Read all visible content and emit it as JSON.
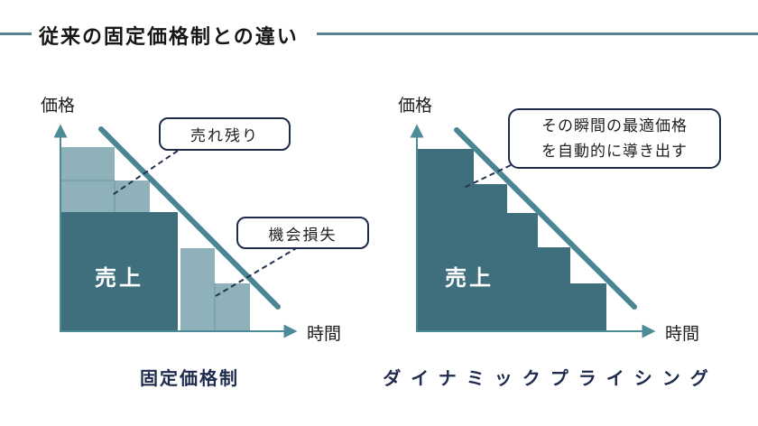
{
  "slide": {
    "title": "従来の固定価格制との違い",
    "colors": {
      "accent_rule": "#5b838f",
      "dark_teal_fill": "#3f6f7d",
      "light_teal_fill": "#8fb1ba",
      "axis_teal": "#4e8b99",
      "demand_line_teal": "#4a8593",
      "navy": "#1e2b4d"
    }
  },
  "left_chart": {
    "caption": "固定価格制",
    "y_axis_label": "価格",
    "x_axis_label": "時間",
    "area_label": "売上",
    "callouts": [
      {
        "text": "売れ残り"
      },
      {
        "text": "機会損失"
      }
    ]
  },
  "right_chart": {
    "caption": "ダイナミックプライシング",
    "y_axis_label": "価格",
    "x_axis_label": "時間",
    "area_label": "売上",
    "callout_line1": "その瞬間の最適価格",
    "callout_line2": "を自動的に導き出す"
  }
}
